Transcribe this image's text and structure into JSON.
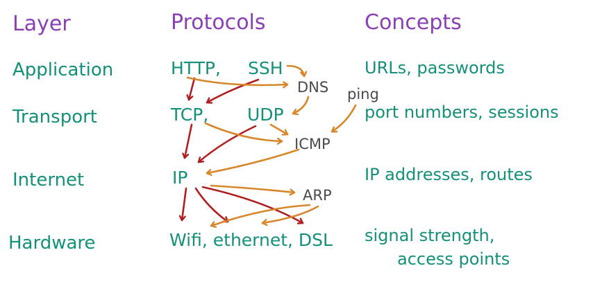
{
  "headers": {
    "layer": "Layer",
    "protocols": "Protocols",
    "concepts": "Concepts"
  },
  "layers": {
    "application": "Application",
    "transport": "Transport",
    "internet": "Internet",
    "hardware": "Hardware"
  },
  "protocols": {
    "http": "HTTP,",
    "ssh": "SSH",
    "dns": "DNS",
    "tcp": "TCP,",
    "udp": "UDP",
    "icmp": "ICMP",
    "ip": "IP",
    "arp": "ARP",
    "hardware_line": "Wifi, ethernet, DSL"
  },
  "annotations": {
    "ping": "ping"
  },
  "concepts": {
    "application": "URLs, passwords",
    "transport": "port numbers, sessions",
    "internet": "IP addresses, routes",
    "hardware_line1": "signal strength,",
    "hardware_line2": "access points"
  },
  "colors": {
    "heading": "#8a3fb5",
    "text": "#14907a",
    "grey_text": "#4a4a4a",
    "arrow_red": "#b01f1f",
    "arrow_orange": "#d8862a"
  }
}
